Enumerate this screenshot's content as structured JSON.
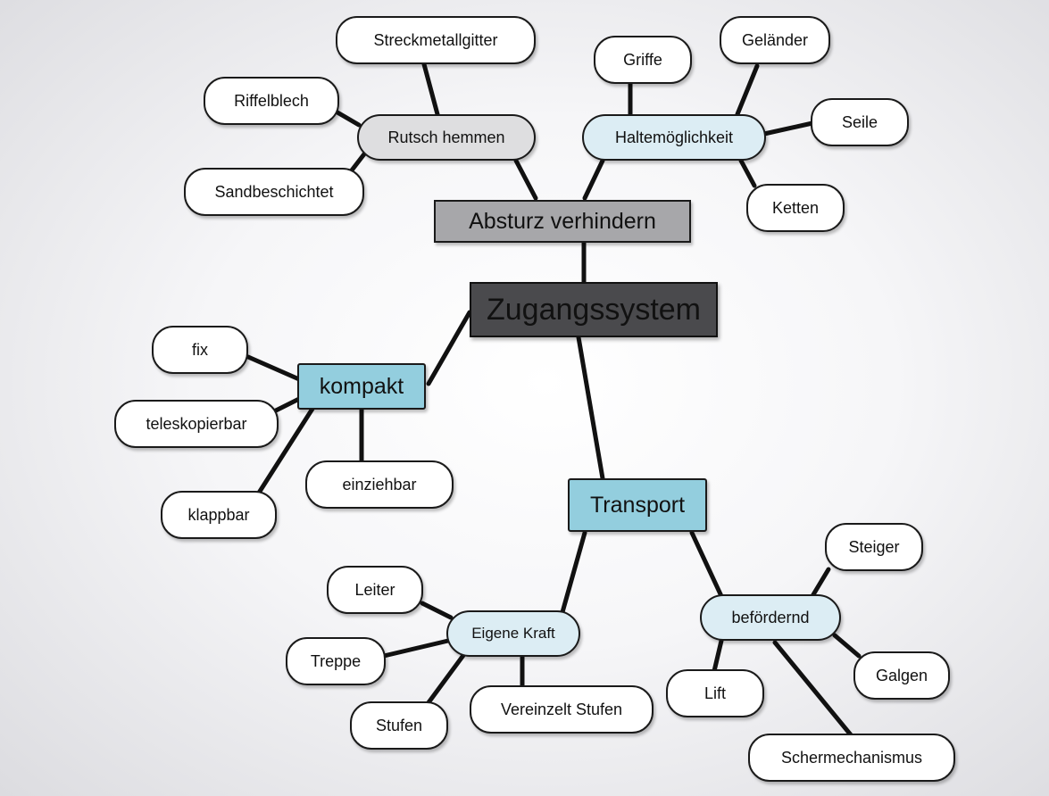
{
  "root": "Zugangssystem",
  "branches": {
    "absturz": {
      "label": "Absturz verhindern",
      "rutsch": {
        "label": "Rutsch hemmen",
        "items": [
          "Streckmetallgitter",
          "Riffelblech",
          "Sandbeschichtet"
        ]
      },
      "halte": {
        "label": "Haltemöglichkeit",
        "items": [
          "Griffe",
          "Geländer",
          "Seile",
          "Ketten"
        ]
      }
    },
    "kompakt": {
      "label": "kompakt",
      "items": [
        "fix",
        "teleskopierbar",
        "klappbar",
        "einziehbar"
      ]
    },
    "transport": {
      "label": "Transport",
      "eigene": {
        "label": "Eigene Kraft",
        "items": [
          "Leiter",
          "Treppe",
          "Stufen",
          "Vereinzelt Stufen"
        ]
      },
      "befoerdernd": {
        "label": "befördernd",
        "items": [
          "Steiger",
          "Galgen",
          "Lift",
          "Schermechanismus"
        ]
      }
    }
  }
}
